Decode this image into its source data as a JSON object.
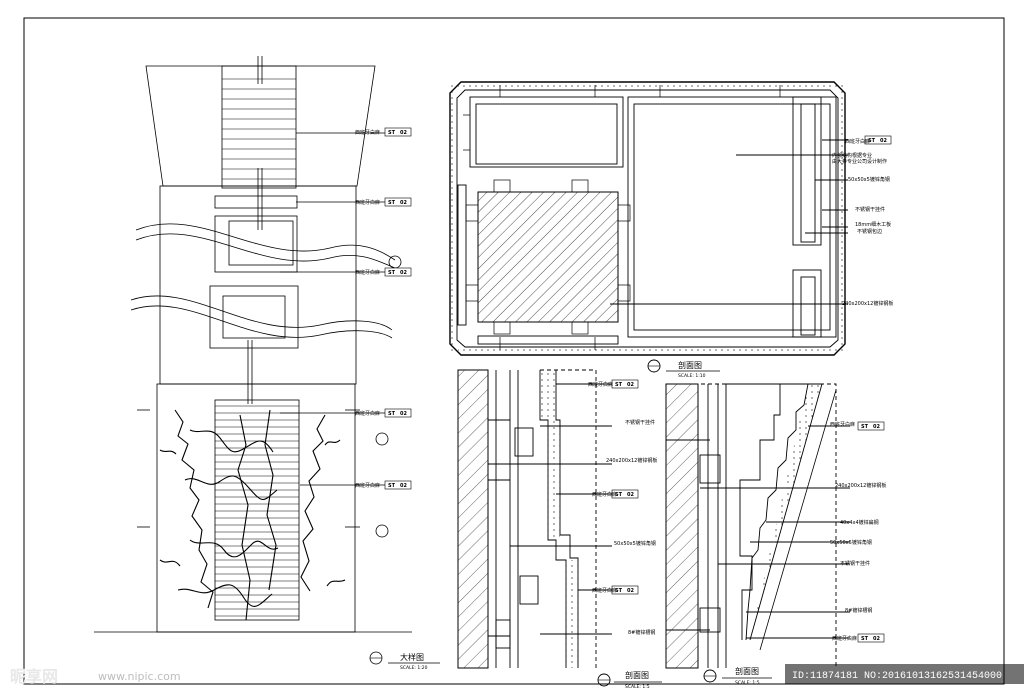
{
  "drawing": {
    "elevation": {
      "caption": "大样图",
      "scale": "SCALE: 1:20",
      "labels": [
        "西班牙白麻",
        "西班牙白麻",
        "西班牙白麻",
        "西班牙白麻",
        "西班牙白麻"
      ],
      "tag_code": "ST",
      "tag_num": "02"
    },
    "plan_section": {
      "caption": "剖面图",
      "scale": "SCALE: 1:10",
      "labels": [
        "西班牙白麻",
        "内部结构根据专业",
        "由大券专业公司设计制作",
        "50x50x5镀锌角钢",
        "不锈钢干挂件",
        "18mm细木工板",
        "不锈钢包边",
        "240x200x12镀锌钢板"
      ]
    },
    "section_b": {
      "caption": "剖面图",
      "scale": "SCALE: 1:5",
      "labels": [
        "西班牙白麻",
        "不锈钢干挂件",
        "240x200x12镀锌钢板",
        "西班牙白麻",
        "50x50x5镀锌角钢",
        "西班牙白麻",
        "8#镀锌槽钢"
      ]
    },
    "section_c": {
      "caption": "剖面图",
      "scale": "SCALE: 1:5",
      "labels": [
        "西班牙白麻",
        "240x200x12镀锌钢板",
        "40x4x4镀锌扁钢",
        "50x50x5镀锌角钢",
        "不锈钢干挂件",
        "8#镀锌槽钢",
        "西班牙白麻"
      ]
    }
  },
  "watermark": {
    "logo": "昵享网",
    "site": "www.nipic.com",
    "id_text": "ID:11874181 NO:20161013162531454000"
  }
}
